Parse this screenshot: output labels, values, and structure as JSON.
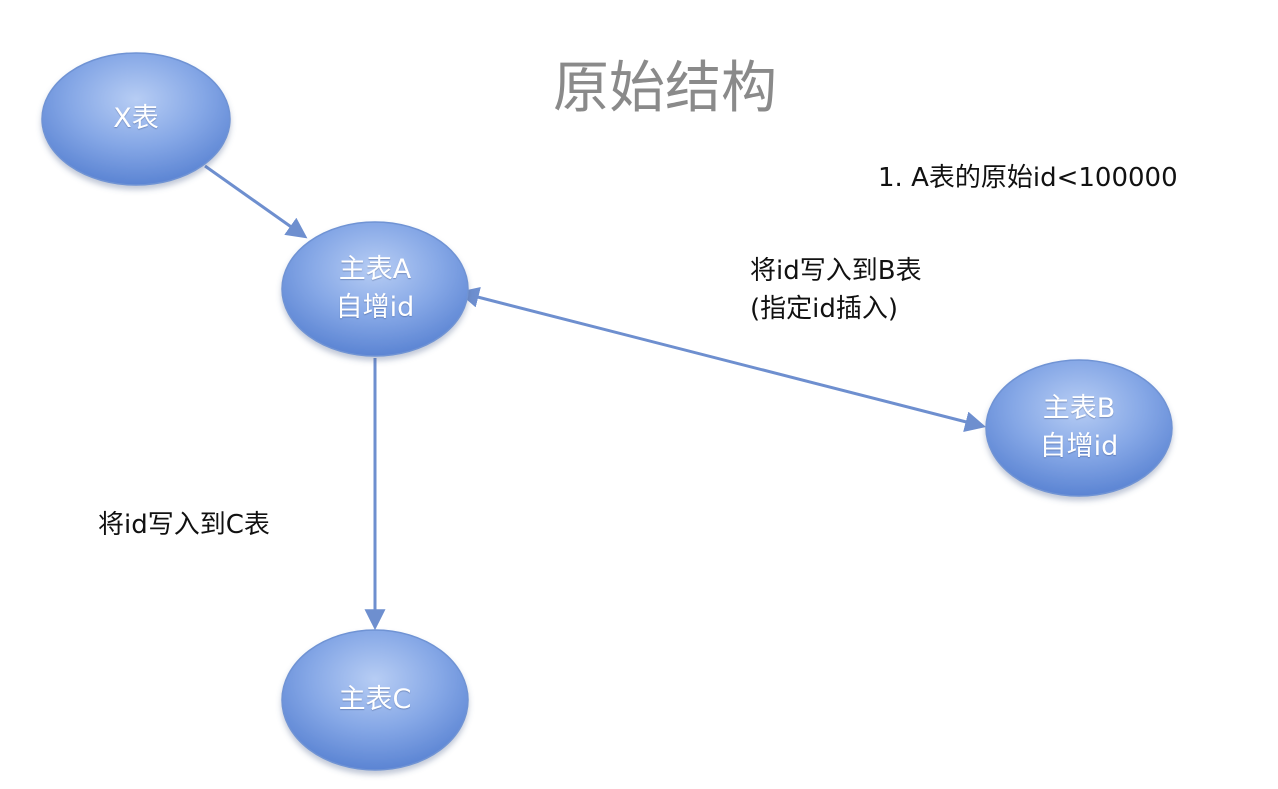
{
  "title": "原始结构",
  "note": "1. A表的原始id<100000",
  "nodes": {
    "x": {
      "line1": "X表"
    },
    "a": {
      "line1": "主表A",
      "line2": "自增id"
    },
    "b": {
      "line1": "主表B",
      "line2": "自增id"
    },
    "c": {
      "line1": "主表C"
    }
  },
  "edge_labels": {
    "a_to_b": {
      "line1": "将id写入到B表",
      "line2": "(指定id插入)"
    },
    "a_to_c": {
      "line1": "将id写入到C表"
    }
  },
  "colors": {
    "node_fill_top": "#a9c3f0",
    "node_fill_bottom": "#5b87d6",
    "node_stroke": "#6f93d4",
    "edge": "#6e8fcf",
    "title": "#8a8a8a"
  }
}
